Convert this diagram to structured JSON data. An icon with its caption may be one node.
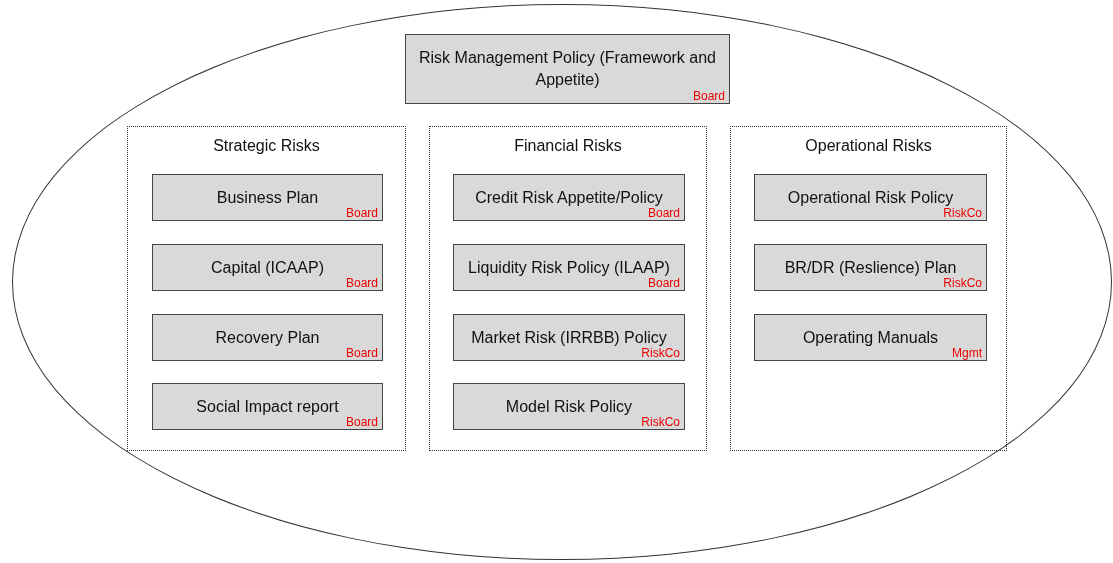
{
  "diagram": {
    "nodes": [
      {
        "text": [],
        "shape": "ellipse"
      },
      {
        "text": [
          "Risk Management Policy (Framework and Appetite)",
          "Board"
        ],
        "in": 0
      },
      {
        "text": [
          "Strategic Risks"
        ],
        "in": 0
      },
      {
        "text": [
          "Business Plan",
          "Board"
        ],
        "in": 2
      },
      {
        "text": [
          "Capital (ICAAP)",
          "Board"
        ],
        "in": 2
      },
      {
        "text": [
          "Recovery Plan",
          "Board"
        ],
        "in": 2
      },
      {
        "text": [
          "Social Impact report",
          "Board"
        ],
        "in": 2
      },
      {
        "text": [
          "Financial Risks"
        ],
        "in": 0
      },
      {
        "text": [
          "Credit Risk Appetite/Policy",
          "Board"
        ],
        "in": 7
      },
      {
        "text": [
          "Liquidity Risk Policy (ILAAP)",
          "Board"
        ],
        "in": 7
      },
      {
        "text": [
          "Market Risk (IRRBB) Policy",
          "RiskCo"
        ],
        "in": 7
      },
      {
        "text": [
          "Model Risk Policy",
          "RiskCo"
        ],
        "in": 7
      },
      {
        "text": [
          "Operational Risks"
        ],
        "in": 0
      },
      {
        "text": [
          "Operational Risk Policy",
          "RiskCo"
        ],
        "in": 12
      },
      {
        "text": [
          "BR/DR (Reslience) Plan",
          "RiskCo"
        ],
        "in": 12
      },
      {
        "text": [
          "Operating Manuals",
          "Mgmt"
        ],
        "in": 12
      }
    ]
  }
}
